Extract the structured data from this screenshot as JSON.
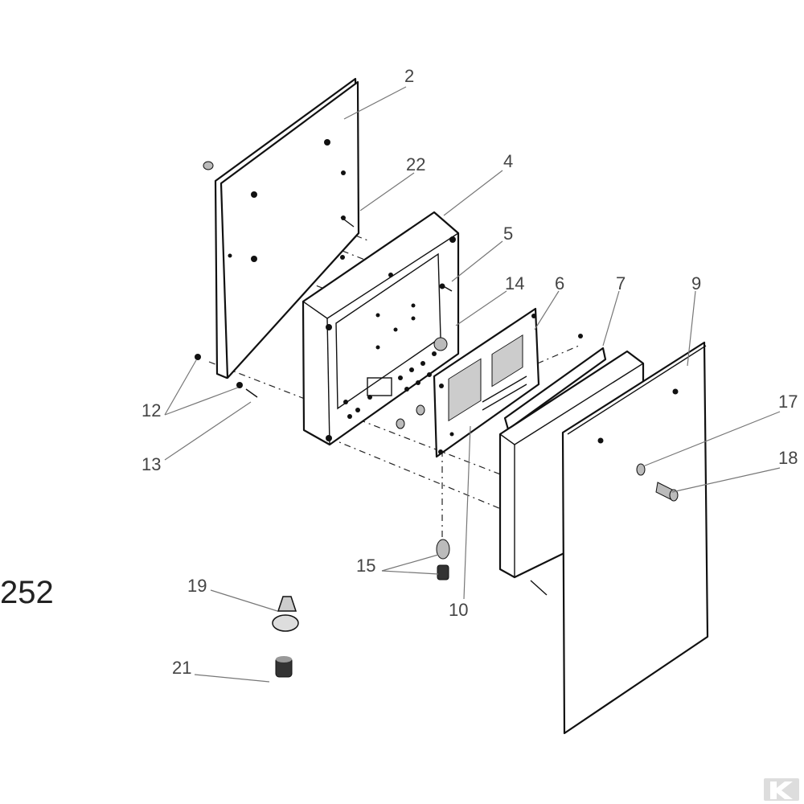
{
  "figure_number": "252",
  "callouts": {
    "c2": "2",
    "c22": "22",
    "c4": "4",
    "c5": "5",
    "c14": "14",
    "c6": "6",
    "c7": "7",
    "c9": "9",
    "c17": "17",
    "c18": "18",
    "c12": "12",
    "c13": "13",
    "c15": "15",
    "c10": "10",
    "c19": "19",
    "c21": "21"
  },
  "colors": {
    "line": "#111111",
    "label": "#444444",
    "logo": "#dddddd"
  },
  "logo": "watermark-k-logo"
}
